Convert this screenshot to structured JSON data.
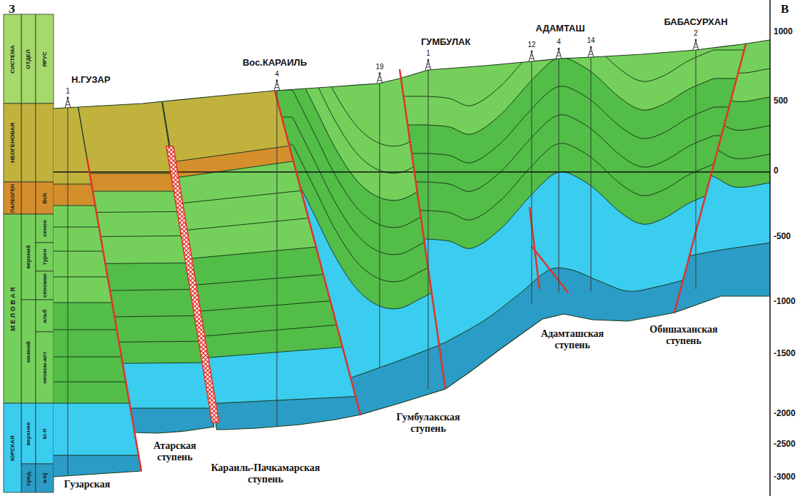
{
  "diagram": {
    "labels": [
      "З",
      "В",
      "Н.ГУЗАР",
      "1",
      "Вос.КАРАИЛЬ",
      "4",
      "19",
      "ГУМБУЛАК",
      "1",
      "АДАМТАШ",
      "12",
      "4",
      "14",
      "БАБАСУРХАН",
      "2",
      "СИСТЕМА",
      "ОТДЕЛ",
      "ЯРУС",
      "НЕОГЕНОВАЯ",
      "ПАЛЕОГЕН",
      "Bch",
      "верхний",
      "сенон",
      "турон",
      "сеноман",
      "М Е Л О В А Я",
      "нижний",
      "альб",
      "неоком-апт",
      "ЮРСКАЯ",
      "верхняя",
      "kl-tt",
      "сред.",
      "a-bj",
      "1000",
      "500",
      "0",
      "-500",
      "-1000",
      "-1500",
      "-2000",
      "-2500",
      "-3000",
      "Гузарская",
      "Атарская ступень",
      "Караиль-Пачкамарская ступень",
      "Гумбулакская ступень",
      "Адамташская ступень",
      "Обишаханская ступень"
    ]
  }
}
